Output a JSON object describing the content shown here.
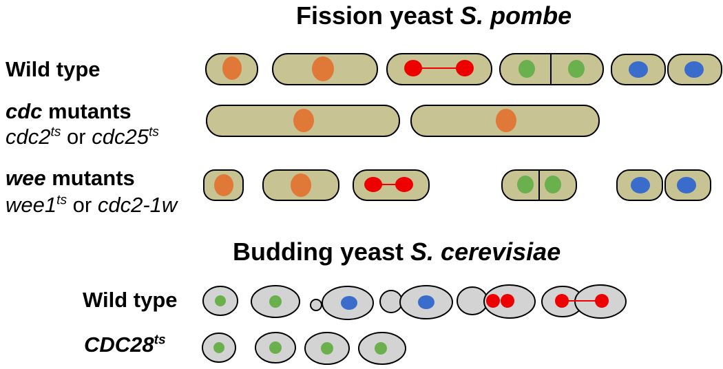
{
  "fission": {
    "title_plain": "Fission yeast ",
    "title_italic": "S. pombe",
    "wild_type": "Wild type",
    "cdc_italic": "cdc",
    "cdc_rest": " mutants",
    "cdc2": "cdc2",
    "ts": "ts",
    "or": " or ",
    "cdc25": "cdc25",
    "wee_italic": "wee",
    "wee_rest": " mutants",
    "wee1": "wee1",
    "cdc21w": "cdc2-1w"
  },
  "budding": {
    "title_plain": "Budding yeast ",
    "title_italic": "S. cerevisiae",
    "wild_type": "Wild type",
    "cdc28": "CDC28",
    "ts": "ts"
  },
  "colors": {
    "fission_cell": "#c8c393",
    "budding_cell": "#d3d3d3",
    "g2_nucleus": "#e07838",
    "mitotic_nucleus": "#ee0000",
    "g1_nucleus": "#6ab04c",
    "s_nucleus": "#3a6ccc"
  }
}
